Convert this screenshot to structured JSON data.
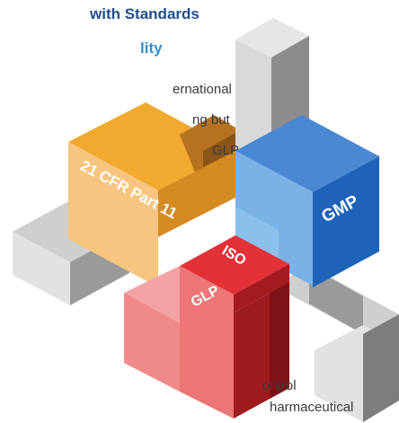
{
  "header": {
    "title_line1": "with Standards",
    "title_line2": "lity"
  },
  "body_lines": {
    "line1": "ernational",
    "line2": "ng but",
    "line3": "GLP",
    "line4": "ontrol",
    "line5": "harmaceutical"
  },
  "blocks": {
    "cfr_label": "21 CFR Part 11",
    "gmp_label": "GMP",
    "iso_label": "ISO",
    "glp_label": "GLP"
  },
  "colors": {
    "title_dark_blue": "#1f4e8c",
    "title_light_blue": "#2f8fd6",
    "cfr_yellow": "#f6bf6b",
    "gmp_blue": "#3a7fd0",
    "iso_red": "#e8323a",
    "glp_pink": "#f08585",
    "gray_block": "#b0b0b0"
  }
}
